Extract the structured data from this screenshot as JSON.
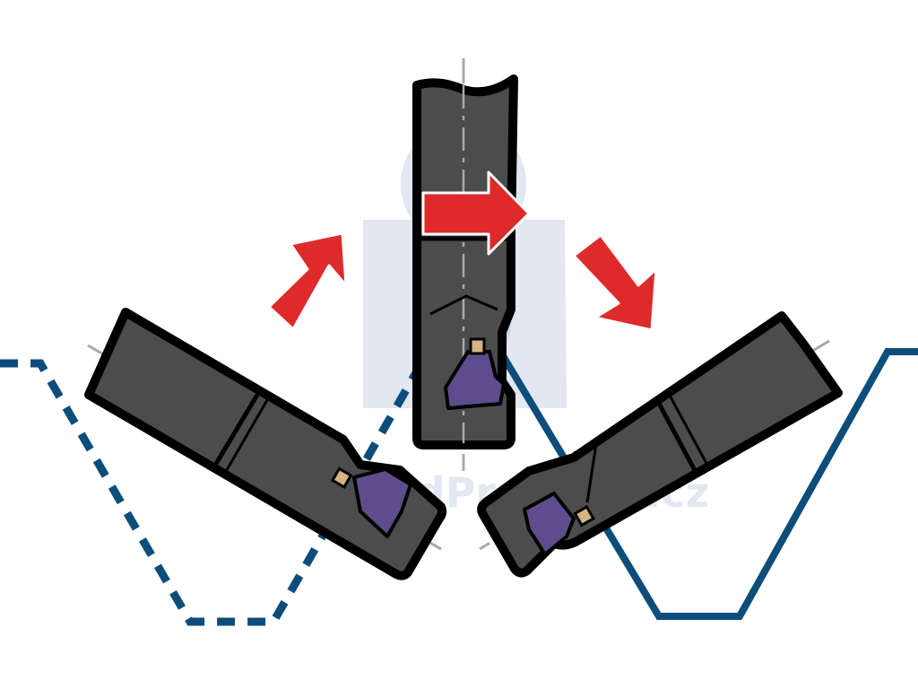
{
  "watermark": {
    "text": "ObchodProDilnu.cz"
  },
  "colors": {
    "background": "#ffffff",
    "tool_body": "#4c4c4c",
    "tool_outline": "#000000",
    "insert": "#5e4d8c",
    "insert_tip": "#d4b386",
    "arrow": "#de2a2b",
    "profile": "#0d4d7a",
    "centerline": "#a8a8a8",
    "watermark": "#dfe5f1"
  },
  "tools": [
    {
      "id": "left-tool",
      "orientation": "tilted-left"
    },
    {
      "id": "center-tool",
      "orientation": "vertical"
    },
    {
      "id": "right-tool",
      "orientation": "tilted-right"
    }
  ],
  "arrows": [
    {
      "id": "arrow-up-right",
      "direction": "up-right"
    },
    {
      "id": "arrow-right",
      "direction": "right"
    },
    {
      "id": "arrow-down-right",
      "direction": "down-right"
    }
  ],
  "profiles": [
    {
      "id": "thread-profile-left",
      "style": "dashed"
    },
    {
      "id": "thread-profile-right",
      "style": "solid"
    }
  ]
}
